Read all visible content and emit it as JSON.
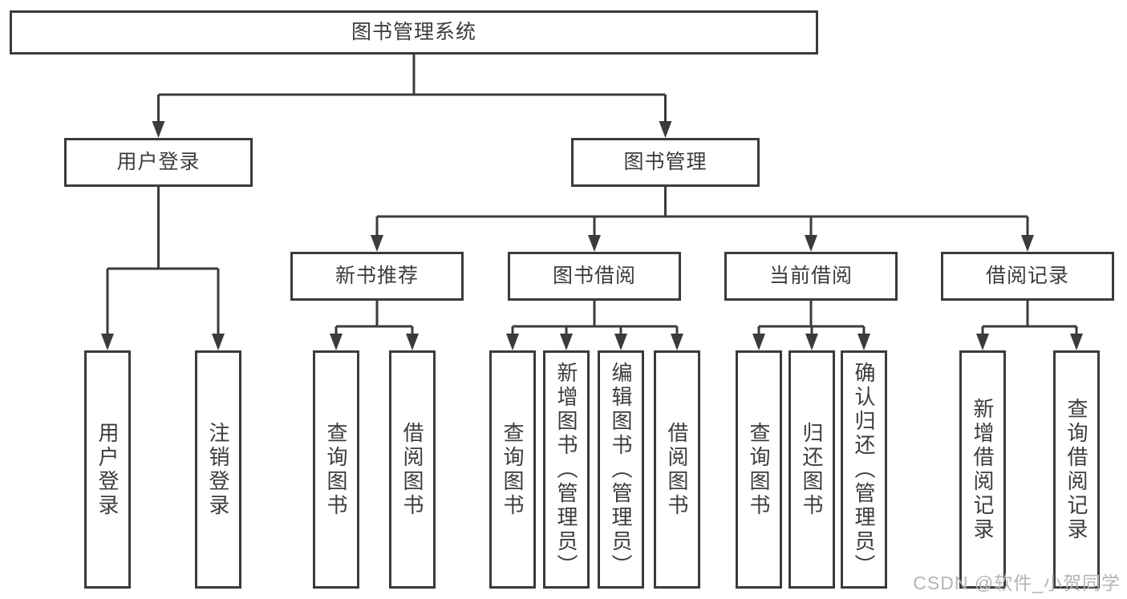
{
  "tree": {
    "root": "图书管理系统",
    "branches": [
      {
        "label": "用户登录",
        "children": [
          "用户登录",
          "注销登录"
        ]
      },
      {
        "label": "图书管理",
        "groups": [
          {
            "label": "新书推荐",
            "children": [
              "查询图书",
              "借阅图书"
            ]
          },
          {
            "label": "图书借阅",
            "children": [
              "查询图书",
              "新增图书（管理员）",
              "编辑图书（管理员）",
              "借阅图书"
            ]
          },
          {
            "label": "当前借阅",
            "children": [
              "查询图书",
              "归还图书",
              "确认归还（管理员）"
            ]
          },
          {
            "label": "借阅记录",
            "children": [
              "新增借阅记录",
              "查询借阅记录"
            ]
          }
        ]
      }
    ]
  },
  "watermark": {
    "text": "CSDN @软件_小贺同学"
  },
  "colors": {
    "line": "#3b3b3b",
    "box_border": "#3b3b3b",
    "text": "#3c3c3c",
    "watermark": "#b5b5b5",
    "background": "#ffffff"
  }
}
